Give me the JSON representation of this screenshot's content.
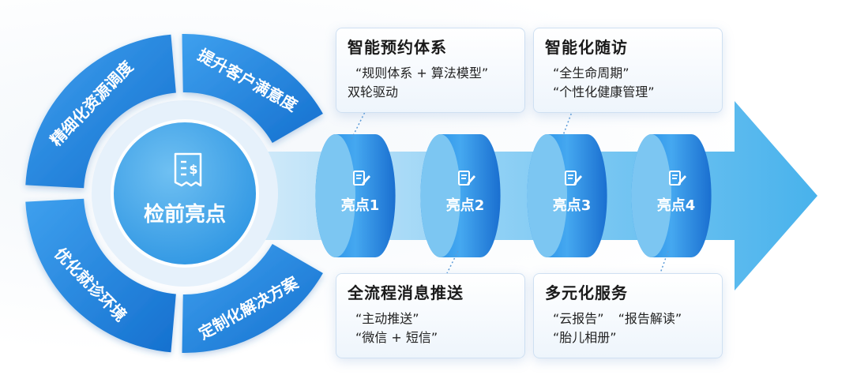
{
  "center": {
    "title": "检前亮点",
    "icon": "receipt-icon"
  },
  "ring_segments": [
    {
      "label": "精细化资源调度"
    },
    {
      "label": "提升客户满意度"
    },
    {
      "label": "优化就诊环境"
    },
    {
      "label": "定制化解决方案"
    }
  ],
  "highlights": [
    {
      "label": "亮点1",
      "icon": "edit-note-icon"
    },
    {
      "label": "亮点2",
      "icon": "edit-note-icon"
    },
    {
      "label": "亮点3",
      "icon": "edit-note-icon"
    },
    {
      "label": "亮点4",
      "icon": "edit-note-icon"
    }
  ],
  "cards": {
    "booking": {
      "title": "智能预约体系",
      "line1": "“规则体系 + 算法模型”",
      "line2": "双轮驱动"
    },
    "followup": {
      "title": "智能化随访",
      "line1": "“全生命周期”",
      "line2": "“个性化健康管理”"
    },
    "messaging": {
      "title": "全流程消息推送",
      "line1": "“主动推送”",
      "line2": "“微信 + 短信”"
    },
    "services": {
      "title": "多元化服务",
      "line1a": "“云报告”",
      "line1b": "“报告解读”",
      "line2": "“胎儿相册”"
    }
  },
  "colors": {
    "primary": "#1a84e0",
    "light": "#7cc6f2",
    "dark": "#0f5fb5"
  }
}
